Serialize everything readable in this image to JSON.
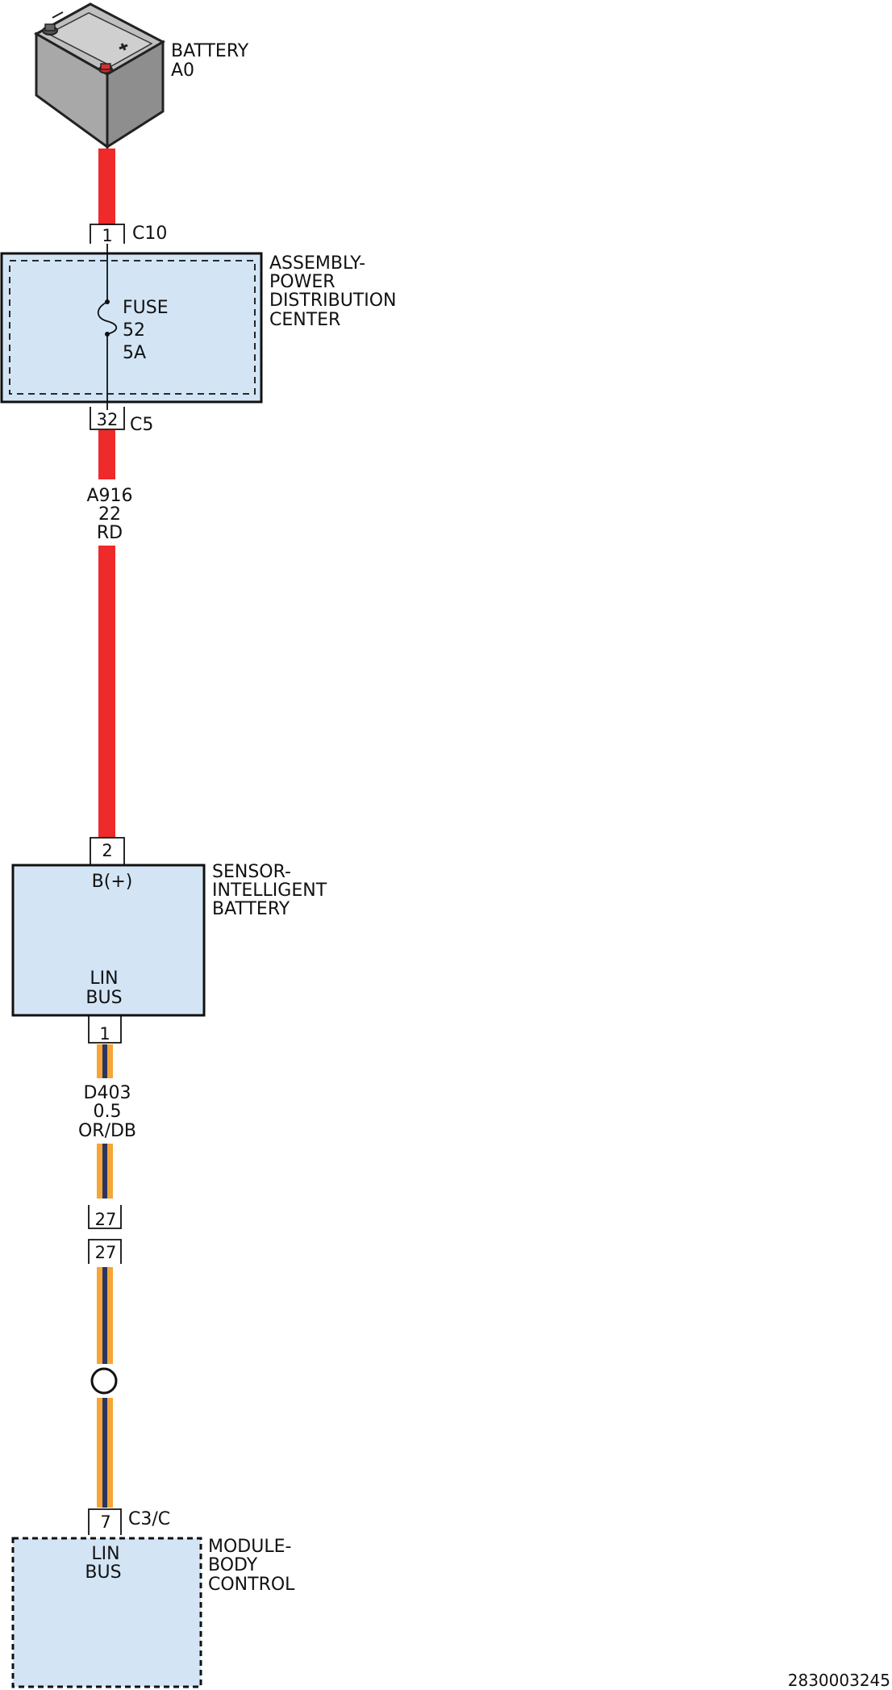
{
  "colors": {
    "wire_red": "#ee2a2a",
    "wire_orange": "#f4a636",
    "wire_darkblue": "#2c3562",
    "component_fill": "#d3e5f5",
    "outline": "#111111"
  },
  "battery": {
    "icon": "battery-icon",
    "name_line1": "BATTERY",
    "name_line2": "A0"
  },
  "connectors": {
    "c10": {
      "pin": "1",
      "name": "C10"
    },
    "c5": {
      "pin": "32",
      "name": "C5"
    },
    "sensor_in": {
      "pin": "2"
    },
    "sensor_out": {
      "pin": "1"
    },
    "inline_a": {
      "pin": "27"
    },
    "inline_b": {
      "pin": "27"
    },
    "c3c": {
      "pin": "7",
      "name": "C3/C"
    }
  },
  "pdc": {
    "name_line1": "ASSEMBLY-",
    "name_line2": "POWER",
    "name_line3": "DISTRIBUTION",
    "name_line4": "CENTER",
    "fuse_line1": "FUSE",
    "fuse_line2": "52",
    "fuse_line3": "5A"
  },
  "wire_a916": {
    "circuit": "A916",
    "gauge": "22",
    "color_code": "RD"
  },
  "sensor": {
    "name_line1": "SENSOR-",
    "name_line2": "INTELLIGENT",
    "name_line3": "BATTERY",
    "pin_top_label": "B(+)",
    "pin_bottom_line1": "LIN",
    "pin_bottom_line2": "BUS"
  },
  "wire_d403": {
    "circuit": "D403",
    "gauge": "0.5",
    "color_code": "OR/DB"
  },
  "bcm": {
    "name_line1": "MODULE-",
    "name_line2": "BODY",
    "name_line3": "CONTROL",
    "pin_label_line1": "LIN",
    "pin_label_line2": "BUS"
  },
  "figure_id": "2830003245"
}
